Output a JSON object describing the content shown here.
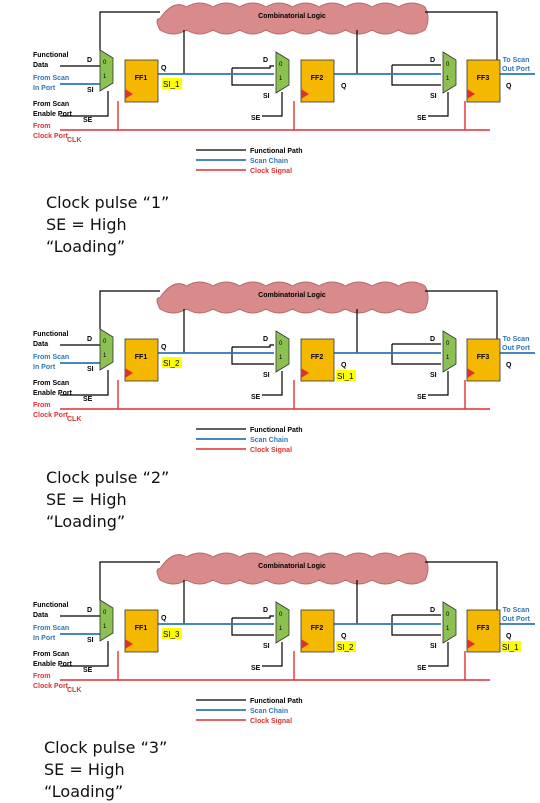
{
  "panels": [
    {
      "cloud_label": "Combinatorial Logic",
      "input_labels": [
        "Functional",
        "Data",
        "From Scan",
        "In Port",
        "From Scan",
        "Enable Port",
        "From",
        "Clock Port"
      ],
      "output_labels": [
        "To Scan",
        "Out Port"
      ],
      "clk_label": "CLK",
      "ff_labels": [
        "FF1",
        "FF2",
        "FF3"
      ],
      "highlights": [
        "SI_1",
        "",
        ""
      ],
      "caption": [
        "Clock pulse “1”",
        "SE = High",
        "“Loading”"
      ]
    },
    {
      "cloud_label": "Combinatorial Logic",
      "input_labels": [
        "Functional",
        "Data",
        "From Scan",
        "In Port",
        "From Scan",
        "Enable Port",
        "From",
        "Clock Port"
      ],
      "output_labels": [
        "To Scan",
        "Out Port"
      ],
      "clk_label": "CLK",
      "ff_labels": [
        "FF1",
        "FF2",
        "FF3"
      ],
      "highlights": [
        "SI_2",
        "SI_1",
        ""
      ],
      "caption": [
        "Clock pulse “2”",
        "SE = High",
        "“Loading”"
      ]
    },
    {
      "cloud_label": "Combinatorial Logic",
      "input_labels": [
        "Functional",
        "Data",
        "From Scan",
        "In Port",
        "From Scan",
        "Enable Port",
        "From",
        "Clock Port"
      ],
      "output_labels": [
        "To Scan",
        "Out Port"
      ],
      "clk_label": "CLK",
      "ff_labels": [
        "FF1",
        "FF2",
        "FF3"
      ],
      "highlights": [
        "SI_3",
        "SI_2",
        "SI_1"
      ],
      "caption": [
        "Clock pulse “3”",
        "SE = High",
        "“Loading”"
      ]
    }
  ],
  "pin_labels": {
    "d": "D",
    "si": "SI",
    "se": "SE",
    "q": "Q",
    "mux0": "0",
    "mux1": "1"
  },
  "legend": [
    "Functional Path",
    "Scan Chain",
    "Clock Signal"
  ],
  "colors": {
    "functional": "#000000",
    "scan": "#2E75B6",
    "clock": "#E03030",
    "mux_fill": "#8CC152",
    "ff_fill": "#F5B800",
    "cloud_fill": "#D98A8A",
    "highlight": "#FFFF00"
  }
}
